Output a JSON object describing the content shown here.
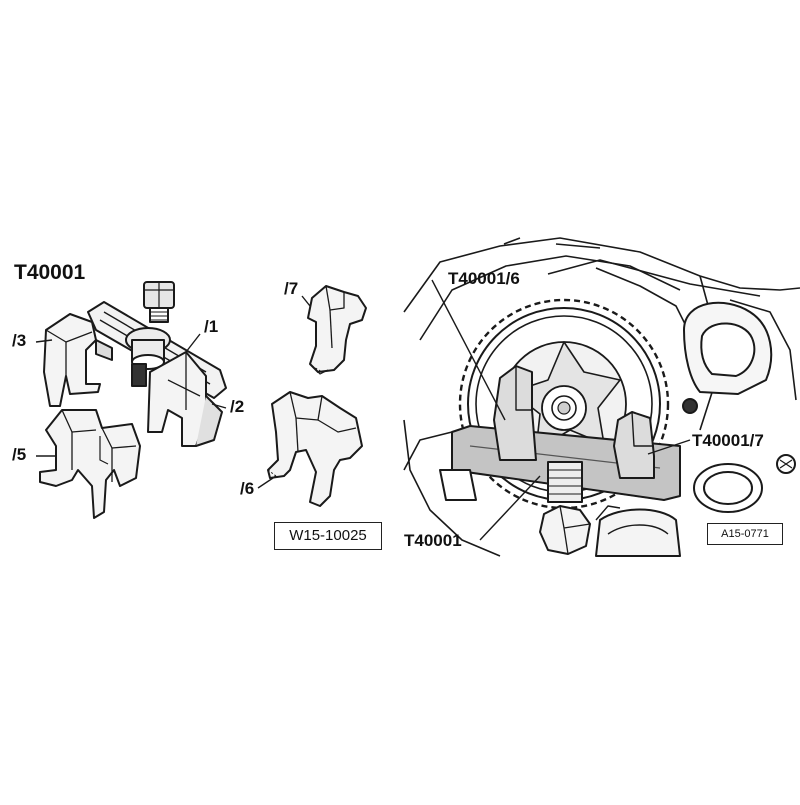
{
  "left_figure": {
    "title": "T40001",
    "parts": {
      "p1": "/1",
      "p2": "/2",
      "p3": "/3",
      "p5": "/5",
      "p6": "/6",
      "p7": "/7"
    },
    "figure_code": "W15-10025"
  },
  "right_figure": {
    "labels": {
      "tool6": "T40001/6",
      "tool7": "T40001/7",
      "tool": "T40001"
    },
    "figure_code": "A15-0771"
  },
  "colors": {
    "line": "#1a1a1a",
    "fill_light": "#e8e8e8",
    "fill_mid": "#c8c8c8",
    "background": "#ffffff"
  }
}
